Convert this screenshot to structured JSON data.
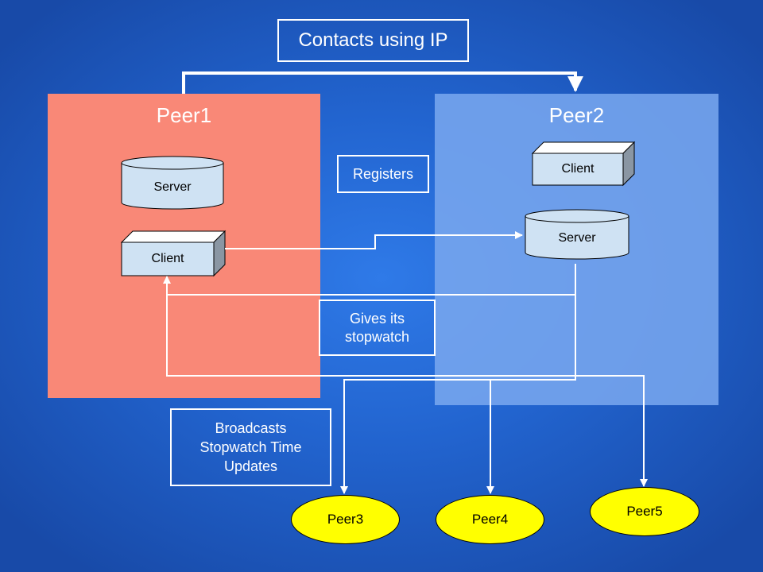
{
  "title_box": {
    "label": "Contacts using IP"
  },
  "peer1": {
    "title": "Peer1",
    "server_label": "Server",
    "client_label": "Client",
    "color": "#f98877"
  },
  "peer2": {
    "title": "Peer2",
    "client_label": "Client",
    "server_label": "Server",
    "color": "#6d9eeb"
  },
  "labels": {
    "registers": "Registers",
    "gives_line1": "Gives its",
    "gives_line2": "stopwatch",
    "broadcast_line1": "Broadcasts",
    "broadcast_line2": "Stopwatch Time",
    "broadcast_line3": "Updates"
  },
  "peers": [
    {
      "label": "Peer3"
    },
    {
      "label": "Peer4"
    },
    {
      "label": "Peer5"
    }
  ],
  "colors": {
    "background": "#2264cf",
    "peer_node": "#ffff00",
    "component_fill": "#cfe2f3",
    "line": "#ffffff"
  }
}
